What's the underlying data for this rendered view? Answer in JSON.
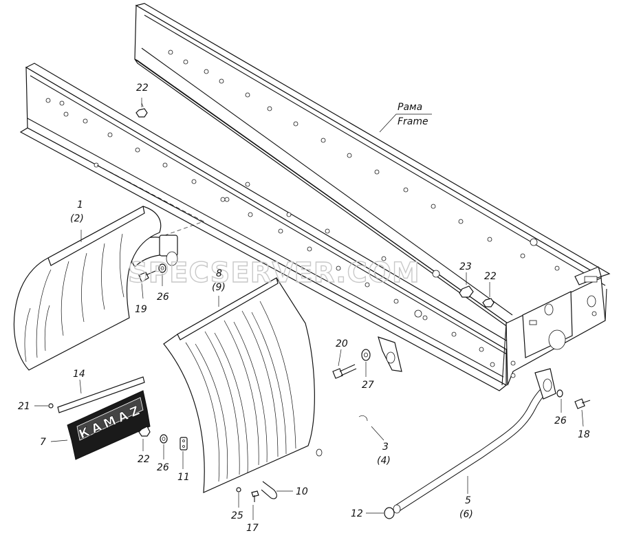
{
  "watermark": "SPECSERVER.COM",
  "frame_label": {
    "ru": "Рама",
    "en": "Frame"
  },
  "logo_text": "КАМАZ",
  "callouts": [
    {
      "id": "c22a",
      "text": "22"
    },
    {
      "id": "c1",
      "text": "1"
    },
    {
      "id": "c1b",
      "text": "(2)"
    },
    {
      "id": "c19",
      "text": "19"
    },
    {
      "id": "c26a",
      "text": "26"
    },
    {
      "id": "c8",
      "text": "8"
    },
    {
      "id": "c8b",
      "text": "(9)"
    },
    {
      "id": "c23",
      "text": "23"
    },
    {
      "id": "c22b",
      "text": "22"
    },
    {
      "id": "c20",
      "text": "20"
    },
    {
      "id": "c27",
      "text": "27"
    },
    {
      "id": "c14",
      "text": "14"
    },
    {
      "id": "c21",
      "text": "21"
    },
    {
      "id": "c7",
      "text": "7"
    },
    {
      "id": "c22c",
      "text": "22"
    },
    {
      "id": "c26b",
      "text": "26"
    },
    {
      "id": "c11",
      "text": "11"
    },
    {
      "id": "c3",
      "text": "3"
    },
    {
      "id": "c3b",
      "text": "(4)"
    },
    {
      "id": "c26c",
      "text": "26"
    },
    {
      "id": "c18",
      "text": "18"
    },
    {
      "id": "c10",
      "text": "10"
    },
    {
      "id": "c25",
      "text": "25"
    },
    {
      "id": "c17",
      "text": "17"
    },
    {
      "id": "c5",
      "text": "5"
    },
    {
      "id": "c5b",
      "text": "(6)"
    },
    {
      "id": "c12",
      "text": "12"
    }
  ]
}
